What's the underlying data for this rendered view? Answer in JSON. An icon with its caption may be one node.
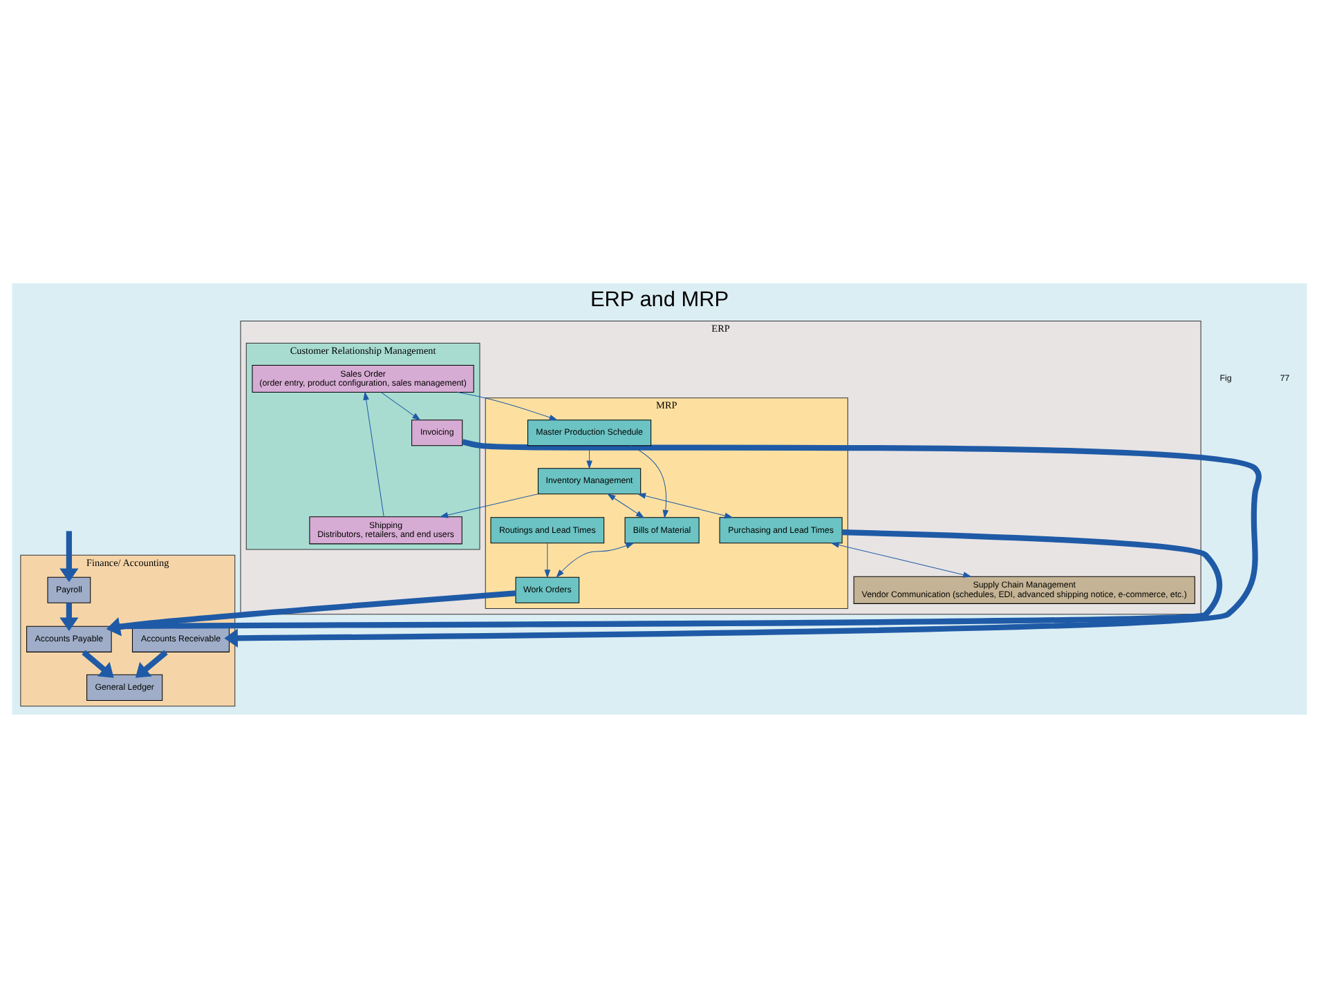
{
  "diagram": {
    "title": "ERP and MRP",
    "nodes": [
      {
        "text": [
          "Finance/ Accounting"
        ]
      },
      {
        "text": [
          "Accounts Receivable"
        ],
        "in": 0
      },
      {
        "text": [
          "General Ledger"
        ],
        "in": 0
      },
      {
        "text": [
          "Accounts Payable"
        ],
        "in": 0
      },
      {
        "text": [
          "Payroll"
        ],
        "in": 0
      },
      {
        "text": [
          "ERP"
        ]
      },
      {
        "text": [
          "Customer Relationship Management"
        ],
        "in": 5
      },
      {
        "text": [
          "Invoicing"
        ],
        "in": 6
      },
      {
        "text": [
          "Sales Order",
          "(order entry, product configuration, sales management)"
        ],
        "in": 6
      },
      {
        "text": [
          "Shipping",
          "Distributors, retailers, and end users"
        ],
        "in": 6
      },
      {
        "text": [
          "MRP"
        ],
        "in": 5
      },
      {
        "text": [
          "Master Production Schedule"
        ],
        "in": 10
      },
      {
        "text": [
          "Inventory Management"
        ],
        "in": 10
      },
      {
        "text": [
          "Bills of Material"
        ],
        "in": 10
      },
      {
        "text": [
          "Work Orders"
        ],
        "in": 10
      },
      {
        "text": [
          "Purchasing and Lead Times"
        ],
        "in": 10
      },
      {
        "text": [
          "Routings and Lead Times"
        ],
        "in": 10
      },
      {
        "text": [
          "Supply Chain Management",
          "Vendor Communication (schedules, EDI, advanced shipping notice, e-commerce, etc.)"
        ],
        "in": 5
      }
    ],
    "edges": [
      {
        "from": 9,
        "to": 8,
        "arrow": "to"
      },
      {
        "from": 8,
        "to": 7,
        "arrow": "to"
      },
      {
        "from": 8,
        "to": 11,
        "arrow": "to"
      },
      {
        "from": 11,
        "to": 12,
        "arrow": "to"
      },
      {
        "from": 11,
        "to": 13,
        "arrow": "to"
      },
      {
        "from": 12,
        "to": 9,
        "arrow": "to"
      },
      {
        "from": 12,
        "to": 13,
        "arrow": "both"
      },
      {
        "from": 13,
        "to": 14,
        "arrow": "both"
      },
      {
        "from": 12,
        "to": 15,
        "arrow": "both"
      },
      {
        "from": 16,
        "to": 14,
        "arrow": "to"
      },
      {
        "from": 15,
        "to": 17,
        "arrow": "both"
      },
      {
        "from": 7,
        "to": 1,
        "arrow": "to",
        "style": "thick"
      },
      {
        "from": 14,
        "to": 3,
        "arrow": "to",
        "style": "thick"
      },
      {
        "from": 15,
        "to": 3,
        "arrow": "to",
        "style": "thick"
      },
      {
        "from": null,
        "to": 4,
        "arrow": "to",
        "style": "thick"
      },
      {
        "from": 1,
        "to": 2,
        "arrow": "to",
        "style": "thick"
      },
      {
        "from": 3,
        "to": 2,
        "arrow": "to",
        "style": "thick"
      },
      {
        "from": 4,
        "to": 3,
        "arrow": "to",
        "style": "thick"
      }
    ],
    "labels": [
      "Fig",
      "77"
    ]
  }
}
